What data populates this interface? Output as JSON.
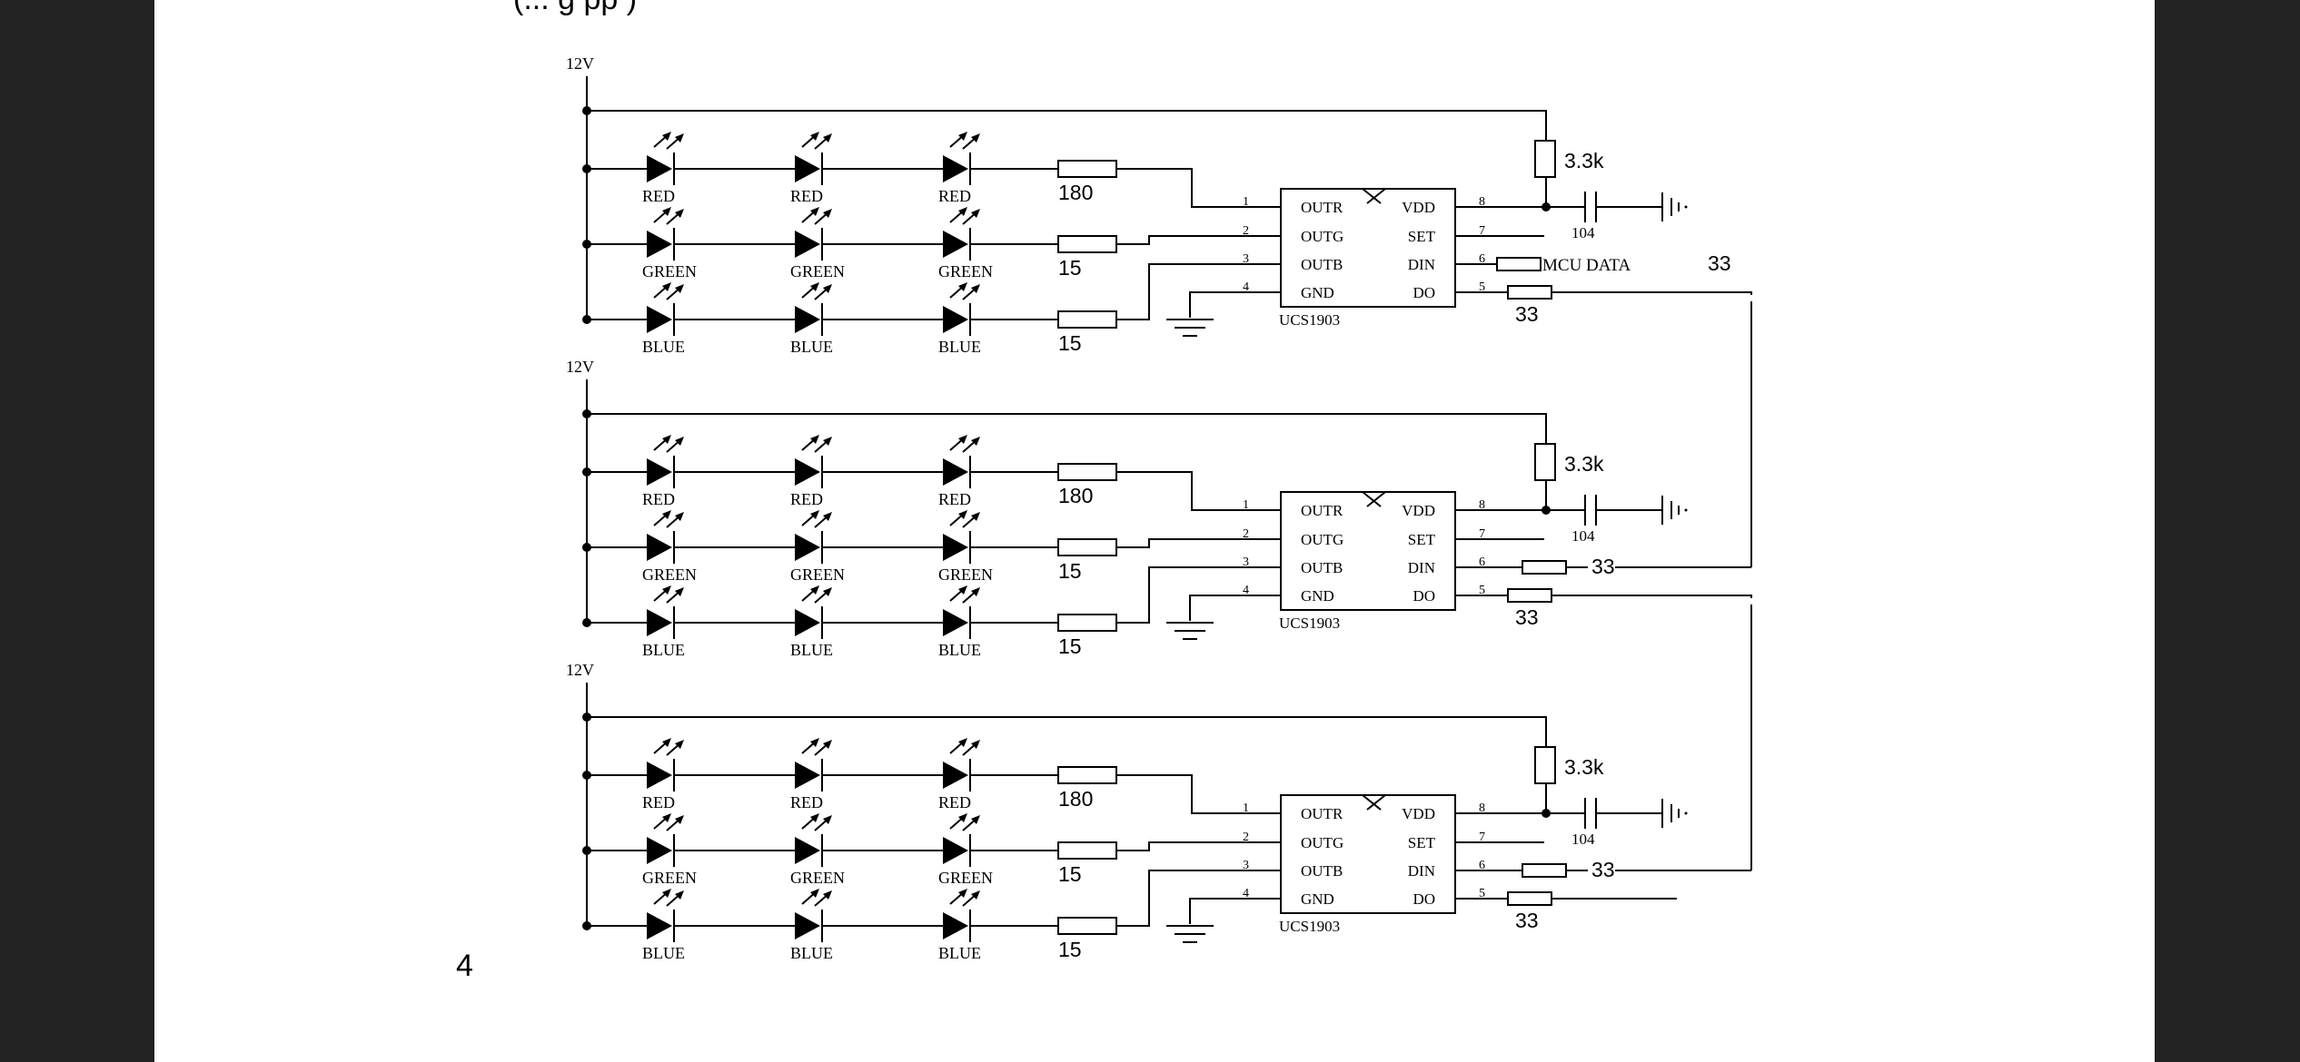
{
  "page": {
    "number": "4",
    "header_fragment": "(... g  pp     )"
  },
  "colors": {
    "viewer_background": "#222222",
    "page_background": "#ffffff",
    "ink": "#000000"
  },
  "schematic": {
    "stages": [
      {
        "supply_label": "12V",
        "led_colors": [
          "RED",
          "GREEN",
          "BLUE"
        ],
        "resistors": [
          "180",
          "15",
          "15"
        ],
        "ic": {
          "part": "UCS1903",
          "left_pins": [
            "OUTR",
            "OUTG",
            "OUTB",
            "GND"
          ],
          "right_pins": [
            "VDD",
            "SET",
            "DIN",
            "DO"
          ],
          "left_pin_numbers": [
            "1",
            "2",
            "3",
            "4"
          ],
          "right_pin_numbers": [
            "8",
            "7",
            "6",
            "5"
          ]
        },
        "pullup": "3.3k",
        "capacitor": "104",
        "din_label": "MCU DATA",
        "din_resistor": "33",
        "do_resistor": "33"
      },
      {
        "supply_label": "12V",
        "led_colors": [
          "RED",
          "GREEN",
          "BLUE"
        ],
        "resistors": [
          "180",
          "15",
          "15"
        ],
        "ic": {
          "part": "UCS1903",
          "left_pins": [
            "OUTR",
            "OUTG",
            "OUTB",
            "GND"
          ],
          "right_pins": [
            "VDD",
            "SET",
            "DIN",
            "DO"
          ],
          "left_pin_numbers": [
            "1",
            "2",
            "3",
            "4"
          ],
          "right_pin_numbers": [
            "8",
            "7",
            "6",
            "5"
          ]
        },
        "pullup": "3.3k",
        "capacitor": "104",
        "din_label": "",
        "din_resistor": "33",
        "do_resistor": "33"
      },
      {
        "supply_label": "12V",
        "led_colors": [
          "RED",
          "GREEN",
          "BLUE"
        ],
        "resistors": [
          "180",
          "15",
          "15"
        ],
        "ic": {
          "part": "UCS1903",
          "left_pins": [
            "OUTR",
            "OUTG",
            "OUTB",
            "GND"
          ],
          "right_pins": [
            "VDD",
            "SET",
            "DIN",
            "DO"
          ],
          "left_pin_numbers": [
            "1",
            "2",
            "3",
            "4"
          ],
          "right_pin_numbers": [
            "8",
            "7",
            "6",
            "5"
          ]
        },
        "pullup": "3.3k",
        "capacitor": "104",
        "din_label": "",
        "din_resistor": "33",
        "do_resistor": "33"
      }
    ]
  }
}
